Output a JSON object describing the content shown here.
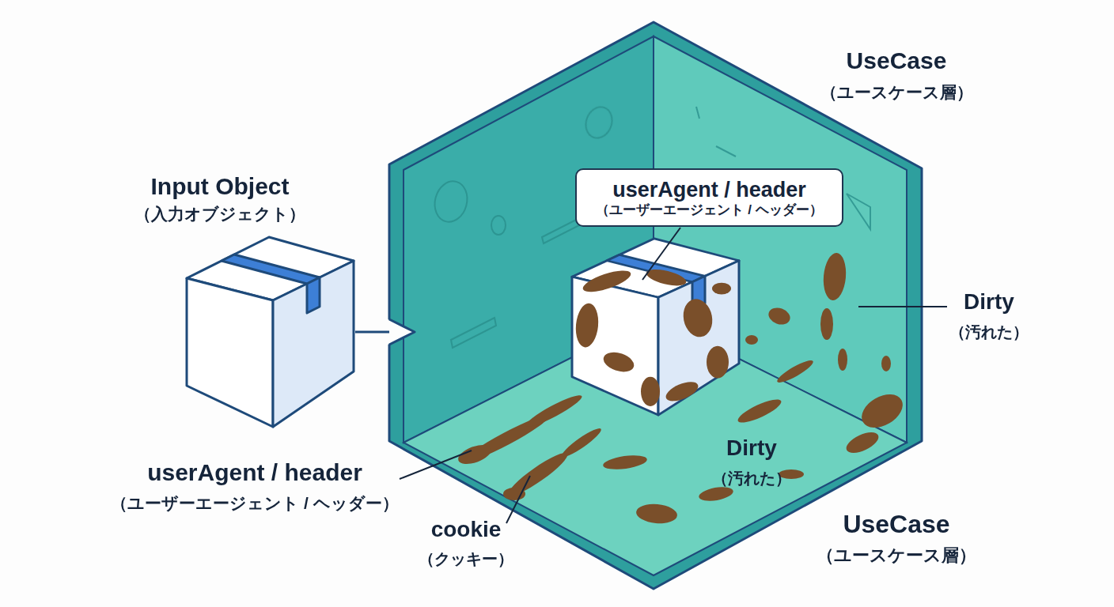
{
  "diagram": {
    "nodes": [
      {
        "text": [
          "Input Object",
          "（入力オブジェクト）"
        ]
      },
      {
        "text": [
          "UseCase",
          "（ユースケース層）"
        ]
      },
      {
        "text": [
          "userAgent / header",
          "（ユーザーエージェント / ヘッダー）"
        ],
        "in": 1
      }
    ],
    "edges": [
      {
        "from": 0,
        "to": 1,
        "arrow": "none"
      }
    ],
    "labels": [
      "Dirty",
      "（汚れた）",
      "userAgent / header",
      "（ユーザーエージェント / ヘッダー）",
      "cookie",
      "（クッキー）",
      "Dirty",
      "（汚れた）",
      "UseCase",
      "（ユースケース層）"
    ]
  }
}
